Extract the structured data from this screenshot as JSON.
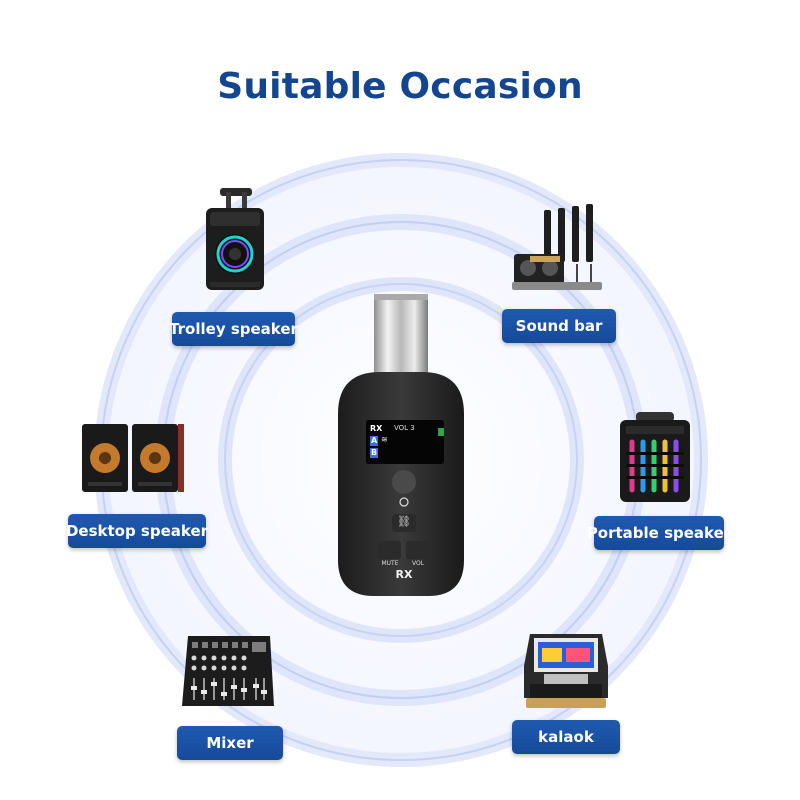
{
  "title": "Suitable Occasion",
  "items": [
    {
      "label": "Trolley speaker",
      "icon": "trolley-speaker-icon"
    },
    {
      "label": "Sound bar",
      "icon": "sound-bar-icon"
    },
    {
      "label": "Desktop speaker",
      "icon": "desktop-speaker-icon"
    },
    {
      "label": "Portable speaker",
      "icon": "portable-speaker-icon"
    },
    {
      "label": "Mixer",
      "icon": "mixer-icon"
    },
    {
      "label": "kalaok",
      "icon": "karaoke-machine-icon"
    }
  ],
  "device": {
    "screen_mode": "RX",
    "screen_vol": "VOL 3",
    "channel_a": "A",
    "channel_b": "B",
    "mute_label": "MUTE",
    "vol_label": "VOL",
    "bottom_label": "RX"
  },
  "colors": {
    "accent": "#14468f",
    "label_bg": "#1b52a6",
    "ring": "#c9d4f4"
  }
}
